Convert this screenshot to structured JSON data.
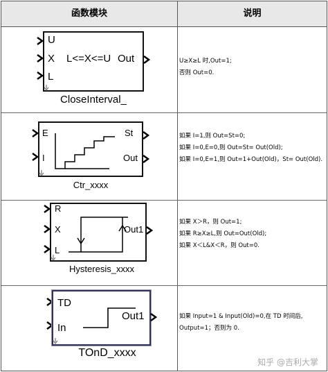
{
  "header": {
    "col1": "函数模块",
    "col2": "说明"
  },
  "rows": [
    {
      "block": {
        "ports_in": [
          "U",
          "X",
          "L"
        ],
        "expr": "L<=X<=U",
        "port_out": "Out"
      },
      "caption": "CloseInterval_",
      "desc": [
        "U≥X≥L 时,Out=1;",
        "否则 Out=0."
      ]
    },
    {
      "block": {
        "ports_in": [
          "E",
          "I"
        ],
        "ports_out": [
          "St",
          "Out"
        ]
      },
      "caption": "Ctr_xxxx",
      "desc": [
        "如果 I=1,则 Out=St=0;",
        "如果 I=0,E=0,则 Out=St= Out(Old);",
        "如果 I=0,E=1,则 Out=1+Out(Old)，St= Out(Old)."
      ]
    },
    {
      "block": {
        "ports_in": [
          "R",
          "X",
          "L"
        ],
        "port_out": "Out1"
      },
      "caption": "Hysteresis_xxxx",
      "desc": [
        "如果 X＞R，则 Out=1;",
        "如果 R≥X≥L,则 Out=Out(Old);",
        "如果 X＜L&X＜R，则 Out=0."
      ]
    },
    {
      "block": {
        "ports_in": [
          "TD",
          "In"
        ],
        "port_out": "Out1"
      },
      "caption": "TOnD_xxxx",
      "desc": [
        "如果 Input=1 & Input(Old)=0,在 TD 时间后,",
        "Output=1；否则为 0."
      ]
    }
  ],
  "watermark": "知乎 @吉利大掌"
}
